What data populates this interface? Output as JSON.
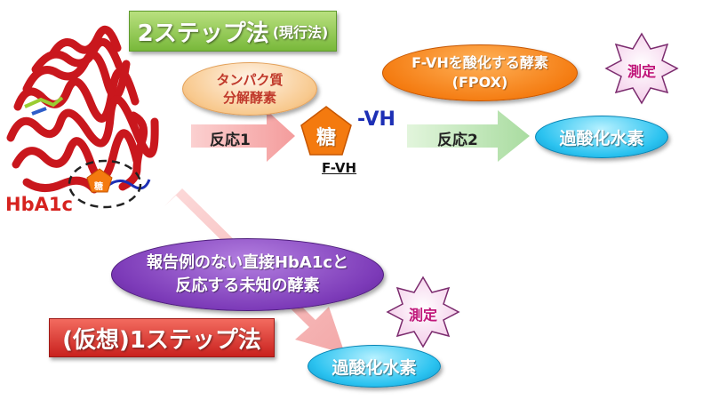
{
  "title_2step": {
    "main": "2ステップ法",
    "sub": "(現行法)"
  },
  "title_1step": "(仮想)1ステップ法",
  "protein_label": "HbA1c",
  "protein_sugar": "糖",
  "protease": {
    "line1": "タンパク質",
    "line2": "分解酵素"
  },
  "reaction1": "反応1",
  "sugar": "糖",
  "vh_suffix": "-VH",
  "fvh_label": "F-VH",
  "fpox": {
    "line1": "F-VHを酸化する酵素",
    "line2": "(FPOX)"
  },
  "reaction2": "反応2",
  "product_top": "過酸化水素",
  "measure_top": "測定",
  "unknown_enzyme": {
    "line1": "報告例のない直接HbA1cと",
    "line2": "反応する未知の酵素"
  },
  "measure_bottom": "測定",
  "product_bottom": "過酸化水素",
  "colors": {
    "green_title": "#78b83a",
    "red_title": "#c9211e",
    "arrow_pink": "#f7b3b3",
    "arrow_green": "#bfe6b8",
    "sugar_orange": "#f47a0f",
    "product_cyan": "#2cc3f0",
    "enzyme_purple": "#7c3ab8",
    "measure_star": "#f6d9ef"
  }
}
